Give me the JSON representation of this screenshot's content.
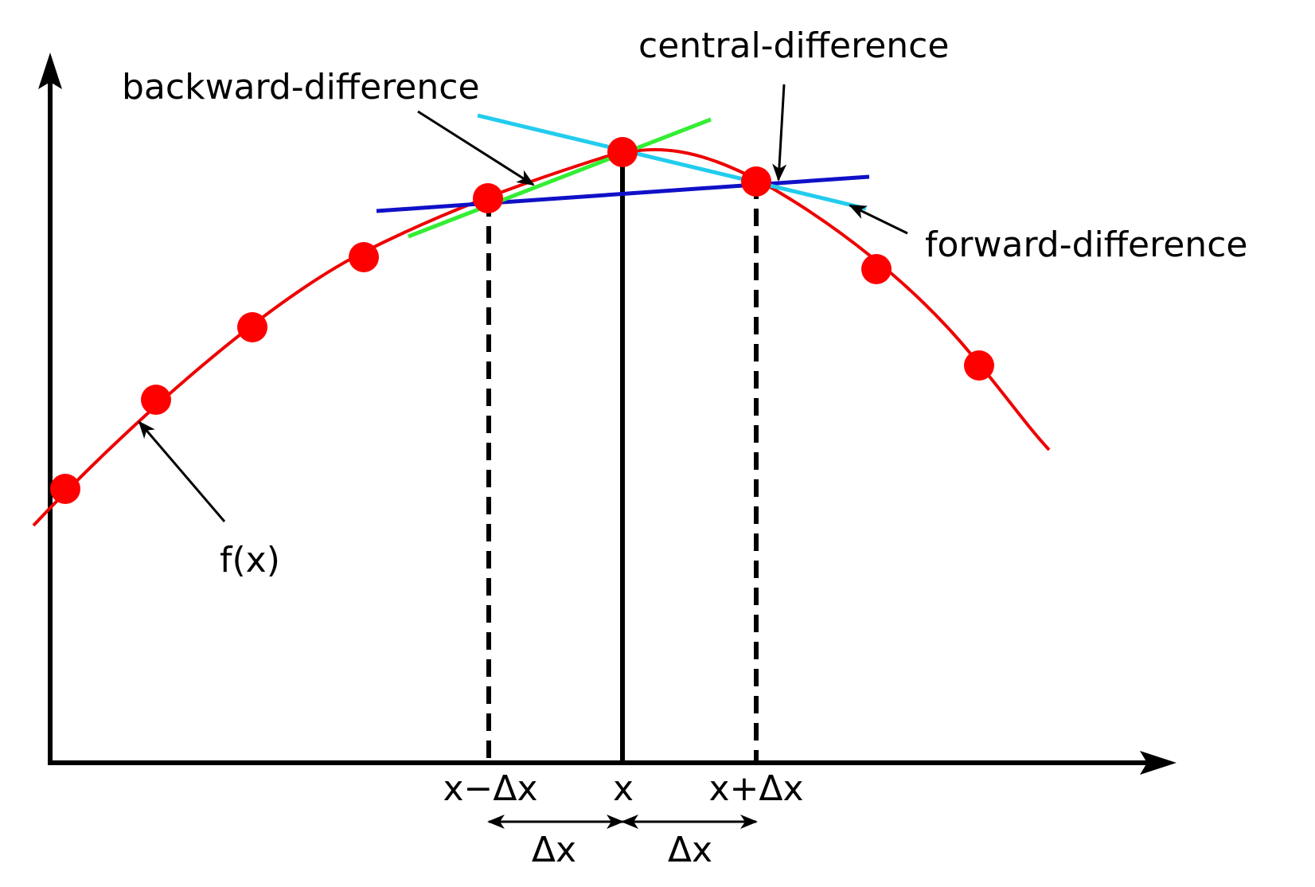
{
  "labels": {
    "central": "central-difference",
    "backward": "backward-difference",
    "forward": "forward-difference",
    "function": "f(x)"
  },
  "axis_ticks": {
    "left": "x−Δx",
    "center": "x",
    "right": "x+Δx"
  },
  "intervals": {
    "left": "Δx",
    "right": "Δx"
  },
  "colors": {
    "curve": "#ee0000",
    "points": "#ff0000",
    "central_line": "#1010c8",
    "backward_line": "#33ee33",
    "forward_line": "#22ccee",
    "axes": "#000000"
  }
}
